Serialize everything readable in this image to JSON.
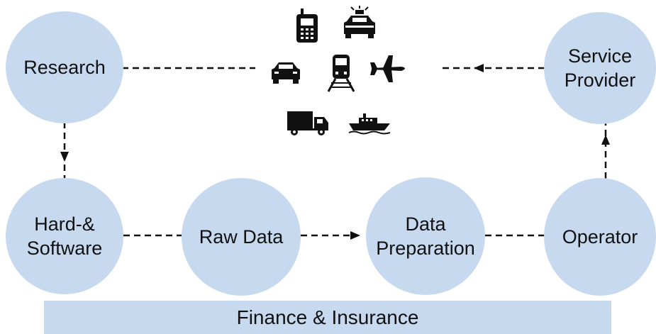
{
  "nodes": {
    "research": "Research",
    "service_provider": "Service\nProvider",
    "hardware_software": "Hard-&\nSoftware",
    "raw_data": "Raw Data",
    "data_preparation": "Data\nPreparation",
    "operator": "Operator"
  },
  "banner": "Finance & Insurance",
  "icons": [
    "mobile-phone-icon",
    "police-car-icon",
    "car-icon",
    "train-icon",
    "airplane-icon",
    "truck-icon",
    "ship-icon"
  ],
  "colors": {
    "node_fill": "#c6d9ee",
    "line": "#111111",
    "icon": "#111111"
  }
}
